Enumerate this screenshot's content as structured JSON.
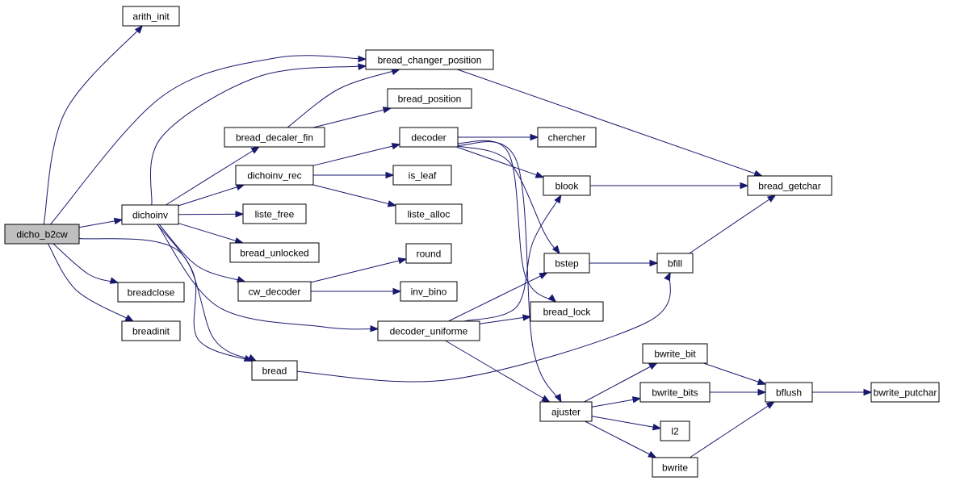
{
  "graph": {
    "type": "call-graph",
    "colors": {
      "edge": "#191970",
      "node_fill": "#ffffff",
      "root_fill": "#bfbfbf",
      "node_border": "#000000"
    },
    "nodes": [
      {
        "id": "dicho_b2cw",
        "label": "dicho_b2cw",
        "root": true
      },
      {
        "id": "arith_init",
        "label": "arith_init"
      },
      {
        "id": "bread_changer_position",
        "label": "bread_changer_position"
      },
      {
        "id": "bread_position",
        "label": "bread_position"
      },
      {
        "id": "bread_decaler_fin",
        "label": "bread_decaler_fin"
      },
      {
        "id": "decoder",
        "label": "decoder"
      },
      {
        "id": "chercher",
        "label": "chercher"
      },
      {
        "id": "dichoinv_rec",
        "label": "dichoinv_rec"
      },
      {
        "id": "is_leaf",
        "label": "is_leaf"
      },
      {
        "id": "blook",
        "label": "blook"
      },
      {
        "id": "bread_getchar",
        "label": "bread_getchar"
      },
      {
        "id": "dichoinv",
        "label": "dichoinv"
      },
      {
        "id": "liste_free",
        "label": "liste_free"
      },
      {
        "id": "liste_alloc",
        "label": "liste_alloc"
      },
      {
        "id": "bread_unlocked",
        "label": "bread_unlocked"
      },
      {
        "id": "round",
        "label": "round"
      },
      {
        "id": "bstep",
        "label": "bstep"
      },
      {
        "id": "bfill",
        "label": "bfill"
      },
      {
        "id": "breadclose",
        "label": "breadclose"
      },
      {
        "id": "cw_decoder",
        "label": "cw_decoder"
      },
      {
        "id": "inv_bino",
        "label": "inv_bino"
      },
      {
        "id": "bread_lock",
        "label": "bread_lock"
      },
      {
        "id": "breadinit",
        "label": "breadinit"
      },
      {
        "id": "decoder_uniforme",
        "label": "decoder_uniforme"
      },
      {
        "id": "bwrite_bit",
        "label": "bwrite_bit"
      },
      {
        "id": "bread",
        "label": "bread"
      },
      {
        "id": "bwrite_bits",
        "label": "bwrite_bits"
      },
      {
        "id": "bflush",
        "label": "bflush"
      },
      {
        "id": "bwrite_putchar",
        "label": "bwrite_putchar"
      },
      {
        "id": "ajuster",
        "label": "ajuster"
      },
      {
        "id": "l2",
        "label": "l2"
      },
      {
        "id": "bwrite",
        "label": "bwrite"
      }
    ],
    "edges": [
      {
        "from": "dicho_b2cw",
        "to": "arith_init"
      },
      {
        "from": "dicho_b2cw",
        "to": "bread_changer_position"
      },
      {
        "from": "dicho_b2cw",
        "to": "dichoinv"
      },
      {
        "from": "dicho_b2cw",
        "to": "breadclose"
      },
      {
        "from": "dicho_b2cw",
        "to": "breadinit"
      },
      {
        "from": "dicho_b2cw",
        "to": "bread"
      },
      {
        "from": "dichoinv",
        "to": "bread_changer_position"
      },
      {
        "from": "dichoinv",
        "to": "bread_decaler_fin"
      },
      {
        "from": "dichoinv",
        "to": "dichoinv_rec"
      },
      {
        "from": "dichoinv",
        "to": "liste_free"
      },
      {
        "from": "dichoinv",
        "to": "bread_unlocked"
      },
      {
        "from": "dichoinv",
        "to": "cw_decoder"
      },
      {
        "from": "dichoinv",
        "to": "decoder_uniforme"
      },
      {
        "from": "dichoinv",
        "to": "bread"
      },
      {
        "from": "bread_decaler_fin",
        "to": "bread_changer_position"
      },
      {
        "from": "bread_decaler_fin",
        "to": "bread_position"
      },
      {
        "from": "bread_changer_position",
        "to": "bread_getchar"
      },
      {
        "from": "dichoinv_rec",
        "to": "decoder"
      },
      {
        "from": "dichoinv_rec",
        "to": "is_leaf"
      },
      {
        "from": "dichoinv_rec",
        "to": "liste_alloc"
      },
      {
        "from": "decoder",
        "to": "chercher"
      },
      {
        "from": "decoder",
        "to": "blook"
      },
      {
        "from": "decoder",
        "to": "bstep"
      },
      {
        "from": "decoder",
        "to": "bread_lock"
      },
      {
        "from": "decoder",
        "to": "ajuster"
      },
      {
        "from": "blook",
        "to": "bread_getchar"
      },
      {
        "from": "bstep",
        "to": "bfill"
      },
      {
        "from": "bfill",
        "to": "bread_getchar"
      },
      {
        "from": "cw_decoder",
        "to": "round"
      },
      {
        "from": "cw_decoder",
        "to": "inv_bino"
      },
      {
        "from": "decoder_uniforme",
        "to": "blook"
      },
      {
        "from": "decoder_uniforme",
        "to": "bstep"
      },
      {
        "from": "decoder_uniforme",
        "to": "bread_lock"
      },
      {
        "from": "decoder_uniforme",
        "to": "ajuster"
      },
      {
        "from": "bread",
        "to": "bfill"
      },
      {
        "from": "ajuster",
        "to": "bwrite_bit"
      },
      {
        "from": "ajuster",
        "to": "bwrite_bits"
      },
      {
        "from": "ajuster",
        "to": "l2"
      },
      {
        "from": "ajuster",
        "to": "bwrite"
      },
      {
        "from": "bwrite_bit",
        "to": "bflush"
      },
      {
        "from": "bwrite_bits",
        "to": "bflush"
      },
      {
        "from": "bwrite",
        "to": "bflush"
      },
      {
        "from": "bflush",
        "to": "bwrite_putchar"
      }
    ]
  }
}
